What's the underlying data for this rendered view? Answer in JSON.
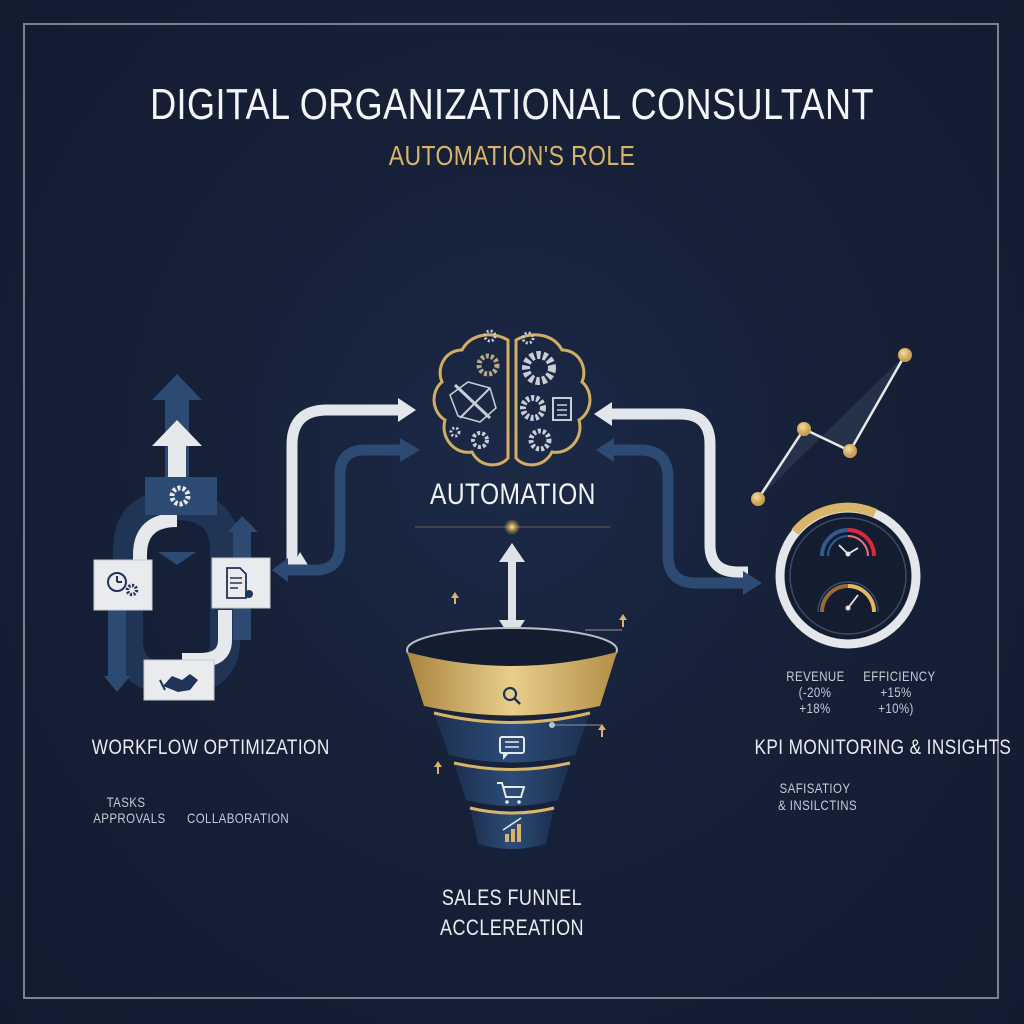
{
  "header": {
    "title": "DIGITAL ORGANIZATIONAL CONSULTANT",
    "subtitle": "AUTOMATION'S ROLE"
  },
  "center": {
    "label": "AUTOMATION",
    "icon": "brain-gears-icon"
  },
  "workflow": {
    "title": "WORKFLOW OPTIMIZATION",
    "items": [
      {
        "label": "TASKS",
        "icon": "clock-gear-icon"
      },
      {
        "label": "APPROVALS",
        "icon": "document-approval-icon"
      },
      {
        "label": "COLLABORATION",
        "icon": "handshake-icon"
      }
    ],
    "top_icon": "gear-network-icon"
  },
  "funnel": {
    "title_line1": "SALES FUNNEL",
    "title_line2": "ACCLEREATION",
    "stages": [
      {
        "icon": "search-icon"
      },
      {
        "icon": "chat-icon"
      },
      {
        "icon": "cart-icon"
      },
      {
        "icon": "growth-chart-icon"
      }
    ]
  },
  "kpi": {
    "title": "KPI MONITORING & INSIGHTS",
    "metrics": [
      {
        "name": "REVENUE",
        "line1": "(-20%",
        "line2": "+18%"
      },
      {
        "name": "EFFICIENCY",
        "line1": "+15%",
        "line2": "+10%)"
      }
    ],
    "footer_line1": "SAFISATIOY",
    "footer_line2": "& INSILCTINS"
  },
  "colors": {
    "background": "#162037",
    "gold": "#d9b56a",
    "navy_arrow": "#2c4a72",
    "light_arrow": "#e3e6ea",
    "gauge_red": "#d8283a",
    "gauge_blue": "#2f5b92"
  }
}
